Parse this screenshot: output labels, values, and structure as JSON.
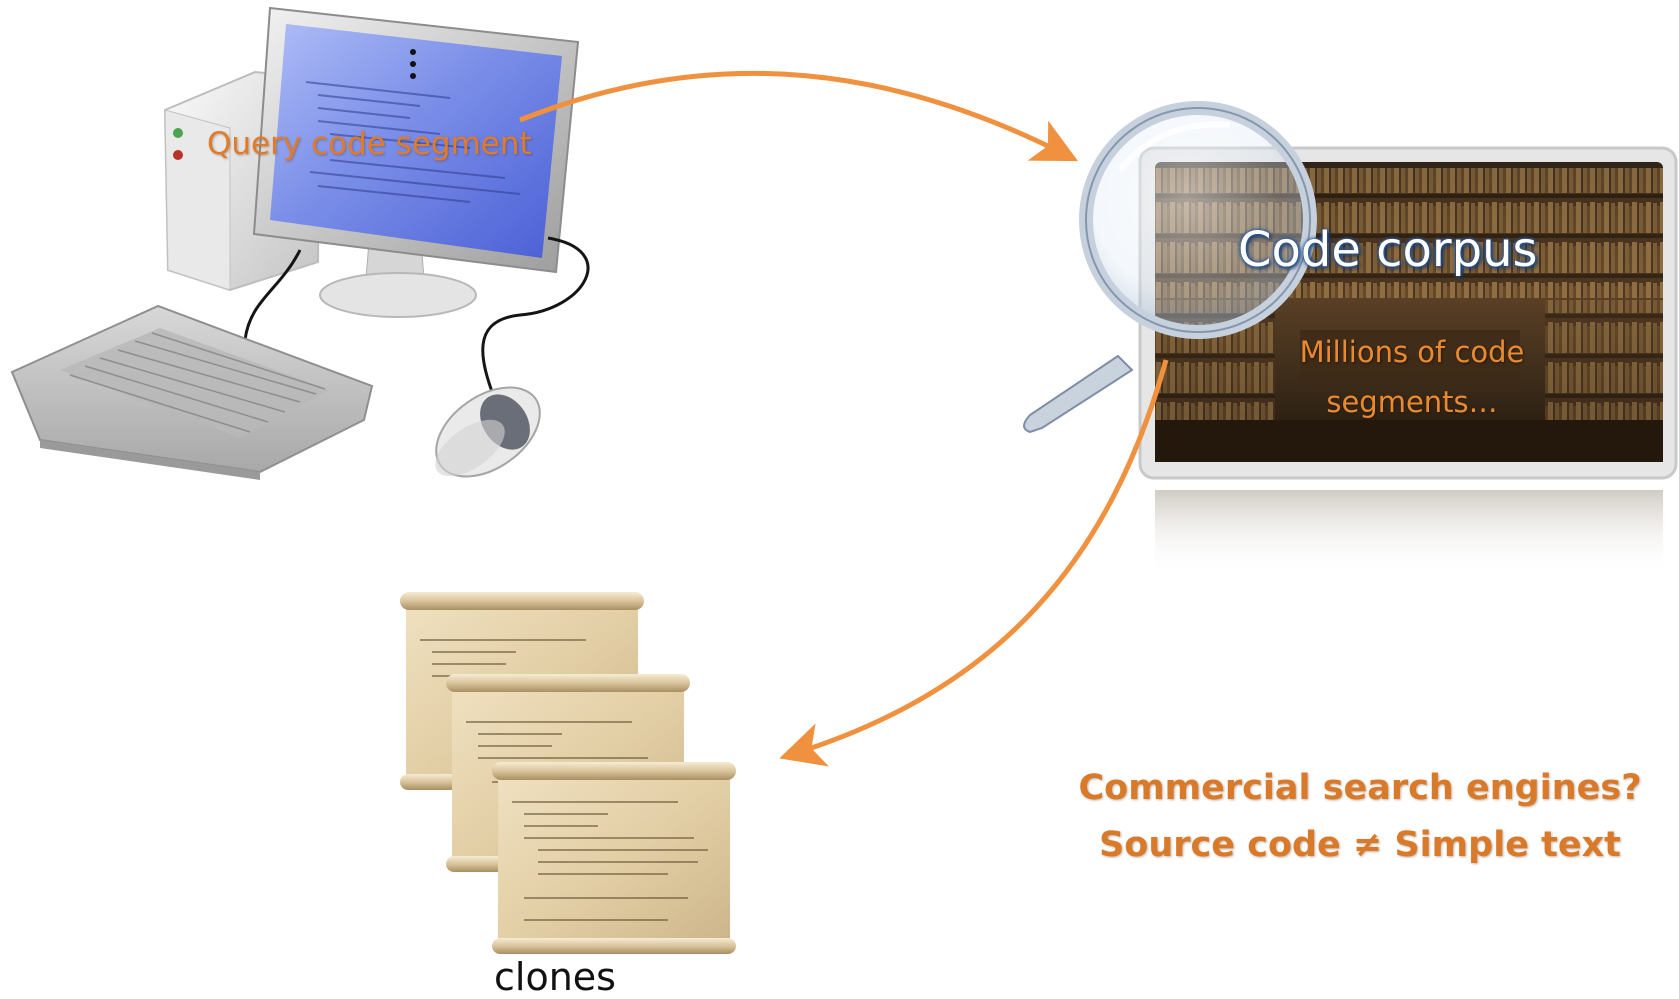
{
  "diagram": {
    "query": {
      "label": "Query code segment"
    },
    "corpus": {
      "title": "Code corpus",
      "subtitle": "Millions of code segments…"
    },
    "result": {
      "label": "clones"
    },
    "notes": {
      "line1": "Commercial search engines?",
      "line2": "Source code ≠ Simple text"
    },
    "colors": {
      "accent": "#f08a3c",
      "arrow": "#f0913f",
      "screen": "#6f85e6",
      "title_glow": "#2a5a9a",
      "parchment": "#e8d7b3"
    },
    "icons": [
      "computer-icon",
      "keyboard-icon",
      "mouse-icon",
      "magnifier-icon",
      "library-image",
      "scroll-icon",
      "arrow"
    ]
  }
}
